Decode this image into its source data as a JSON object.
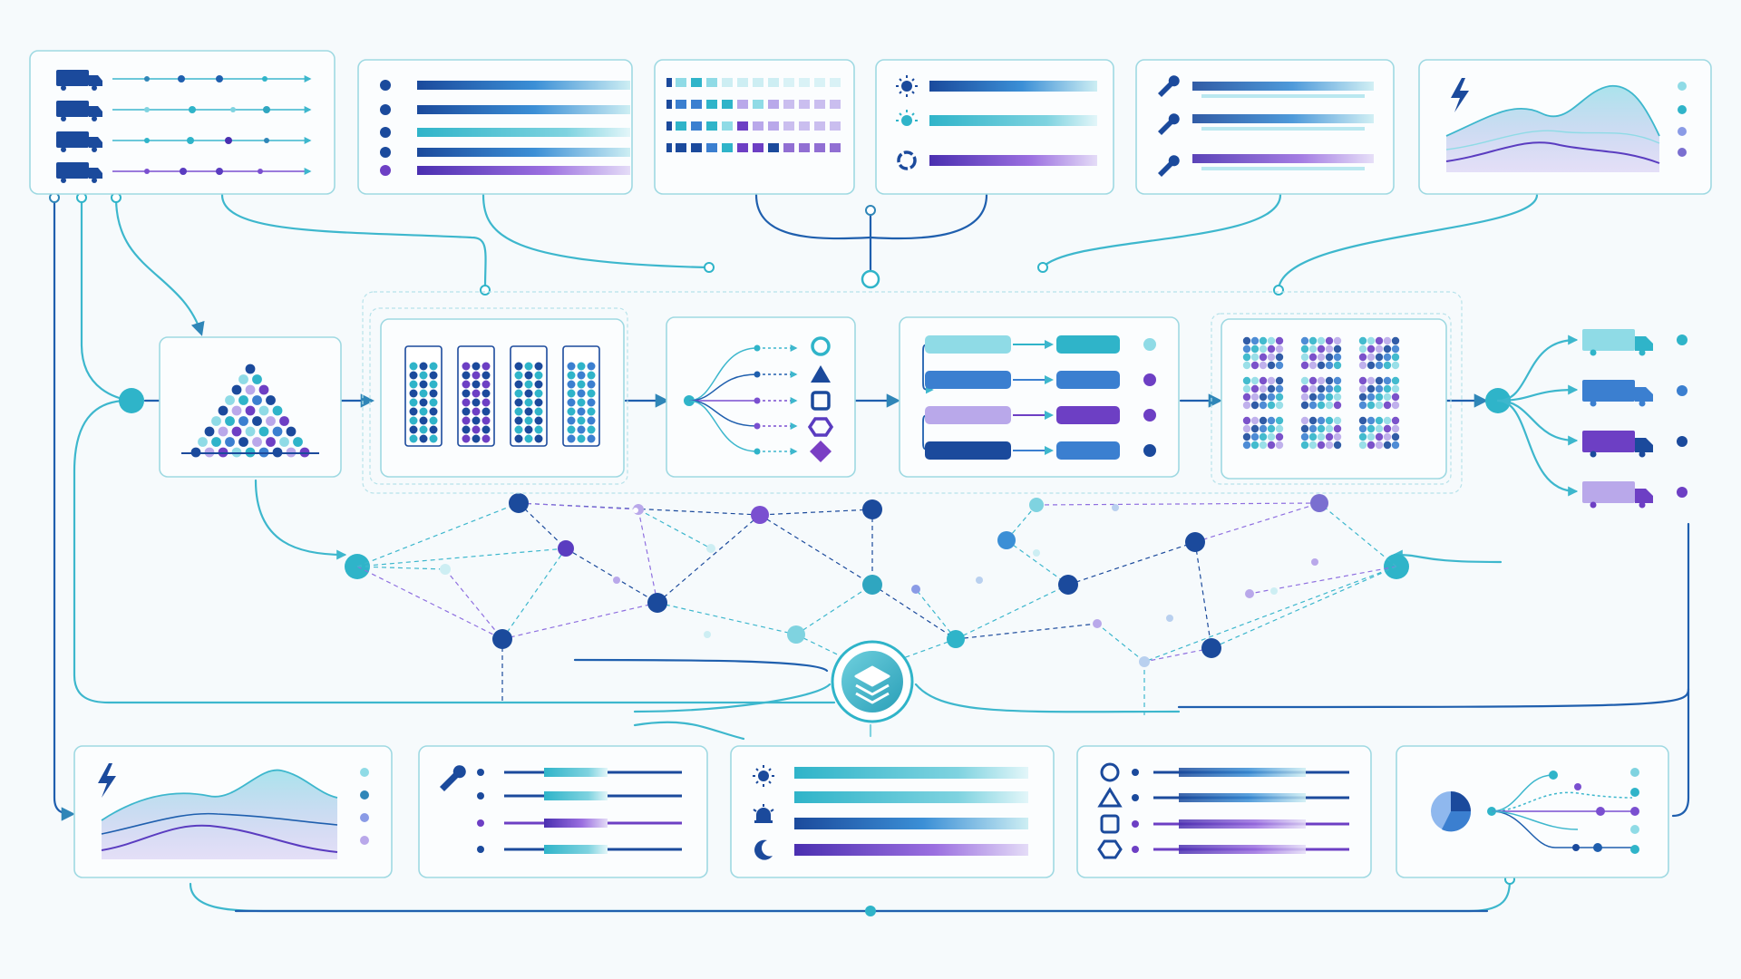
{
  "colors": {
    "teal": "#2fb4c9",
    "teal_light": "#8fdbe6",
    "cyan_pale": "#cdeef3",
    "blue": "#3b7fd0",
    "navy": "#1b4a9c",
    "purple": "#6d3fc4",
    "lavender": "#b9a8ea",
    "background": "#f6fafc",
    "panel_border": "#9fd9e2"
  },
  "top_row": [
    {
      "id": "fleet",
      "icons": [
        "truck-icon",
        "truck-icon",
        "truck-icon",
        "truck-icon"
      ]
    },
    {
      "id": "status-bars",
      "icons": [
        "dot-icon",
        "dot-icon",
        "dot-icon",
        "dot-icon",
        "dot-icon"
      ]
    },
    {
      "id": "pixel-grid",
      "icons": []
    },
    {
      "id": "weather",
      "icons": [
        "sun-icon",
        "sun-alert-icon",
        "cycle-icon"
      ]
    },
    {
      "id": "maintenance",
      "icons": [
        "wrench-icon",
        "wrench-icon",
        "wrench-icon"
      ]
    },
    {
      "id": "energy",
      "icons": [
        "lightning-icon"
      ]
    }
  ],
  "middle_row": [
    {
      "id": "pyramid-cluster"
    },
    {
      "id": "bin-columns"
    },
    {
      "id": "classifier",
      "icons": [
        "circle-icon",
        "triangle-icon",
        "square-icon",
        "hexagon-icon",
        "diamond-icon"
      ]
    },
    {
      "id": "pipeline-pairs"
    },
    {
      "id": "heat-mosaic"
    },
    {
      "id": "dispatch",
      "icons": [
        "truck-icon",
        "truck-icon",
        "truck-icon",
        "truck-icon"
      ]
    }
  ],
  "hub": {
    "icon": "layers-icon"
  },
  "bottom_row": [
    {
      "id": "energy-trend",
      "icons": [
        "lightning-icon"
      ]
    },
    {
      "id": "maintenance-log",
      "icons": [
        "wrench-icon"
      ]
    },
    {
      "id": "weather-log",
      "icons": [
        "sun-icon",
        "alarm-icon",
        "moon-icon"
      ]
    },
    {
      "id": "shape-log",
      "icons": [
        "circle-icon",
        "triangle-icon",
        "square-icon",
        "hexagon-icon"
      ]
    },
    {
      "id": "distribution",
      "icons": [
        "pie-icon"
      ]
    }
  ]
}
